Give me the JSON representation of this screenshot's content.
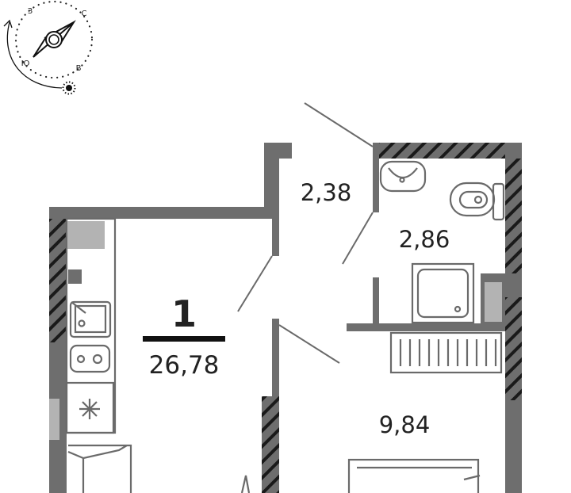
{
  "compass": {
    "north": "С",
    "south": "Ю",
    "west": "З",
    "east": "В"
  },
  "apartment": {
    "rooms_count": "1",
    "total_area": "26,78"
  },
  "rooms": [
    {
      "name": "hallway",
      "area": "2,38"
    },
    {
      "name": "bathroom",
      "area": "2,86"
    },
    {
      "name": "room",
      "area": "9,84"
    }
  ],
  "colors": {
    "wall": "#6e6e6e",
    "window": "#b3b3b3",
    "line": "#6a6a6a",
    "text": "#222222"
  }
}
